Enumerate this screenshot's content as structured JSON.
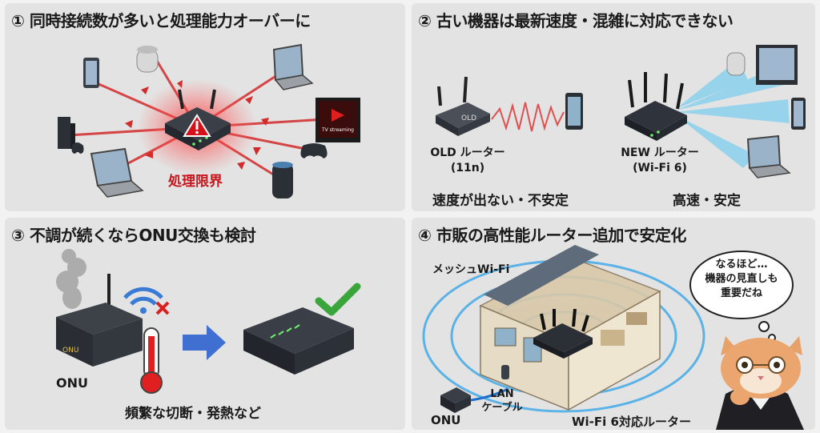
{
  "panel1": {
    "title": "① 同時接続数が多いと処理能力オーバーに",
    "limit_label": "処理限界",
    "tv_text": "TV streaming"
  },
  "panel2": {
    "title": "② 古い機器は最新速度・混雑に対応できない",
    "old_box_text": "OLD",
    "old_label_line1": "OLD ルーター",
    "old_label_line2": "(11n)",
    "new_label_line1": "NEW ルーター",
    "new_label_line2": "(Wi-Fi 6)",
    "old_status": "速度が出ない・不安定",
    "new_status": "高速・安定"
  },
  "panel3": {
    "title": "③ 不調が続くならONU交換も検討",
    "onu_box_text": "ONU",
    "onu_label": "ONU",
    "caption": "頻繁な切断・発熱など"
  },
  "panel4": {
    "title": "④ 市販の高性能ルーター追加で安定化",
    "mesh_label": "メッシュWi-Fi",
    "bubble_line1": "なるほど…",
    "bubble_line2": "機器の見直しも",
    "bubble_line3": "重要だね",
    "lan_line1": "LAN",
    "lan_line2": "ケーブル",
    "onu_label": "ONU",
    "router_label": "Wi-Fi 6対応ルーター"
  },
  "colors": {
    "panel_bg": "#e3e3e3",
    "alert_red": "#c8161d",
    "wifi_blue": "#3aa6e8",
    "check_green": "#3aa53a",
    "device_dark": "#2e3440"
  }
}
